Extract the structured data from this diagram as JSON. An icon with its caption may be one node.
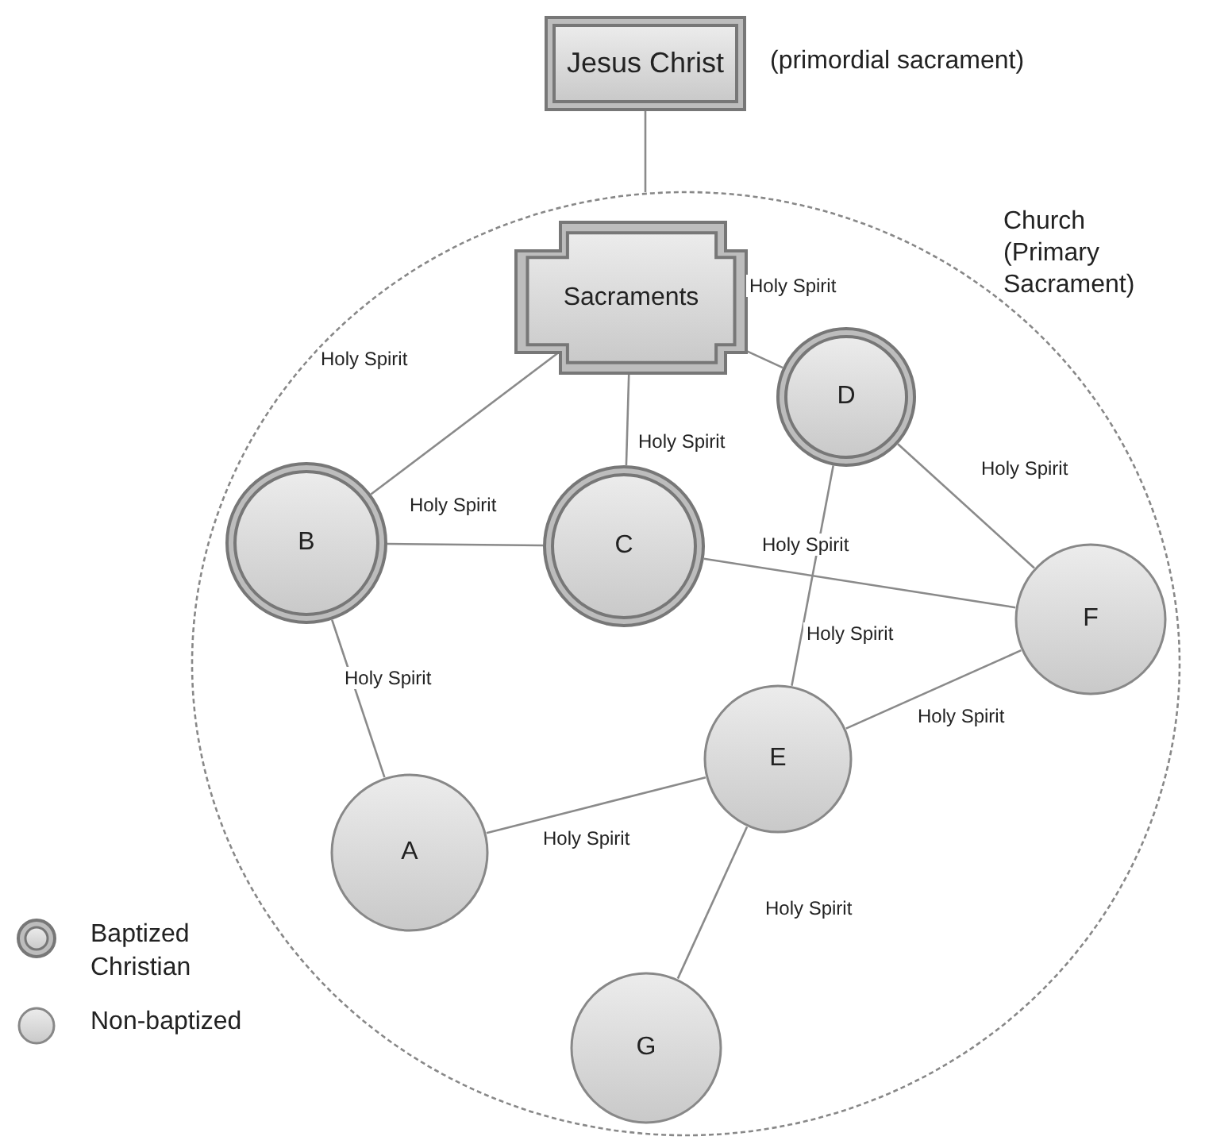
{
  "diagram": {
    "nodes": [
      {
        "text": [
          "Jesus Christ"
        ],
        "beside": [
          "(primordial sacrament)"
        ]
      },
      {
        "text": [
          "Church (Primary Sacrament)"
        ]
      },
      {
        "text": [
          "Sacraments"
        ],
        "in": 1
      },
      {
        "text": [
          "D"
        ],
        "in": 1
      },
      {
        "text": [
          "B"
        ],
        "in": 1
      },
      {
        "text": [
          "C"
        ],
        "in": 1
      },
      {
        "text": [
          "F"
        ],
        "in": 1
      },
      {
        "text": [
          "E"
        ],
        "in": 1
      },
      {
        "text": [
          "A"
        ],
        "in": 1
      },
      {
        "text": [
          "G"
        ],
        "in": 1
      }
    ],
    "edges": [
      {
        "from": 0,
        "to": 1,
        "arrow": "none"
      },
      {
        "from": 2,
        "to": 4,
        "arrow": "none",
        "label": "Holy Spirit"
      },
      {
        "from": 2,
        "to": 3,
        "arrow": "none",
        "label": "Holy Spirit"
      },
      {
        "from": 2,
        "to": 5,
        "arrow": "none",
        "label": "Holy Spirit"
      },
      {
        "from": 3,
        "to": 6,
        "arrow": "none",
        "label": "Holy Spirit"
      },
      {
        "from": 3,
        "to": 7,
        "arrow": "none",
        "label": "Holy Spirit"
      },
      {
        "from": 4,
        "to": 5,
        "arrow": "none",
        "label": "Holy Spirit"
      },
      {
        "from": 5,
        "to": 6,
        "arrow": "none",
        "label": "Holy Spirit"
      },
      {
        "from": 4,
        "to": 8,
        "arrow": "none",
        "label": "Holy Spirit"
      },
      {
        "from": 8,
        "to": 7,
        "arrow": "none",
        "label": "Holy Spirit"
      },
      {
        "from": 7,
        "to": 6,
        "arrow": "none",
        "label": "Holy Spirit"
      },
      {
        "from": 7,
        "to": 9,
        "arrow": "none",
        "label": "Holy Spirit"
      }
    ],
    "legend": [
      {
        "text": "Baptized Christian"
      },
      {
        "text": "Non-baptized"
      }
    ]
  }
}
